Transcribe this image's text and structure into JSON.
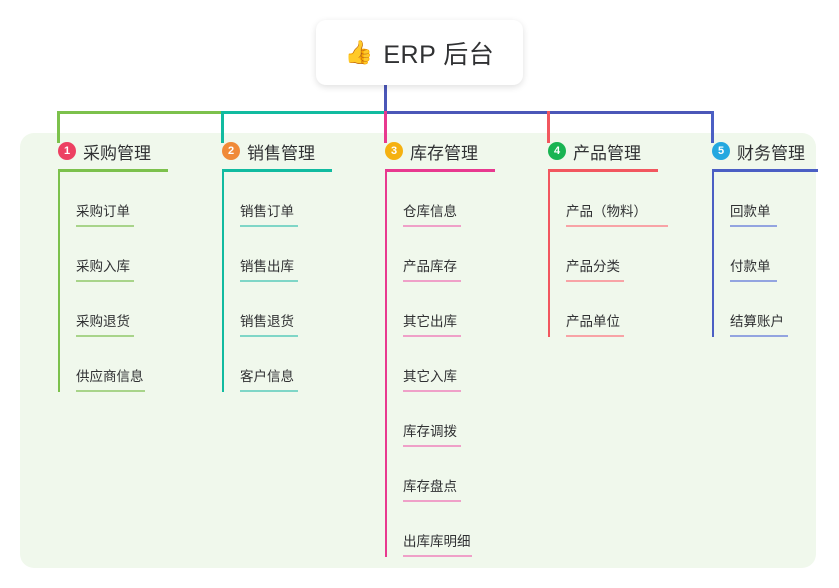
{
  "root": {
    "emoji": "👍",
    "emoji_name": "thumbs-up-icon",
    "title": "ERP 后台"
  },
  "theme": {
    "panel_bg": "#f0f8ec",
    "page_bg": "#ffffff",
    "text": "#303133",
    "bus_green": "#7cc14c",
    "bus_teal": "#11bba0",
    "bus_blue": "#4b57b8"
  },
  "columns": [
    {
      "number": "1",
      "title": "采购管理",
      "badge_color": "#ed4062",
      "line_color": "#7cc14c",
      "rule_color": "#7cc14c",
      "item_line_color": "#a8d48a",
      "items": [
        {
          "label": "采购订单"
        },
        {
          "label": "采购入库"
        },
        {
          "label": "采购退货"
        },
        {
          "label": "供应商信息"
        }
      ]
    },
    {
      "number": "2",
      "title": "销售管理",
      "badge_color": "#f08a38",
      "line_color": "#11bba0",
      "rule_color": "#11bba0",
      "item_line_color": "#7fd6c7",
      "items": [
        {
          "label": "销售订单"
        },
        {
          "label": "销售出库"
        },
        {
          "label": "销售退货"
        },
        {
          "label": "客户信息"
        }
      ]
    },
    {
      "number": "3",
      "title": "库存管理",
      "badge_color": "#f5b111",
      "line_color": "#e8398f",
      "rule_color": "#e8398f",
      "item_line_color": "#efa0c8",
      "items": [
        {
          "label": "仓库信息"
        },
        {
          "label": "产品库存"
        },
        {
          "label": "其它出库"
        },
        {
          "label": "其它入库"
        },
        {
          "label": "库存调拨"
        },
        {
          "label": "库存盘点"
        },
        {
          "label": "出库库明细"
        }
      ]
    },
    {
      "number": "4",
      "title": "产品管理",
      "badge_color": "#19b452",
      "line_color": "#f2575f",
      "rule_color": "#f2575f",
      "item_line_color": "#f8a3a6",
      "items": [
        {
          "label": "产品（物料）"
        },
        {
          "label": "产品分类"
        },
        {
          "label": "产品单位"
        }
      ]
    },
    {
      "number": "5",
      "title": "财务管理",
      "badge_color": "#24a8e0",
      "line_color": "#4b5fc4",
      "rule_color": "#4b5fc4",
      "item_line_color": "#93a4e0",
      "items": [
        {
          "label": "回款单"
        },
        {
          "label": "付款单"
        },
        {
          "label": "结算账户"
        }
      ]
    }
  ]
}
